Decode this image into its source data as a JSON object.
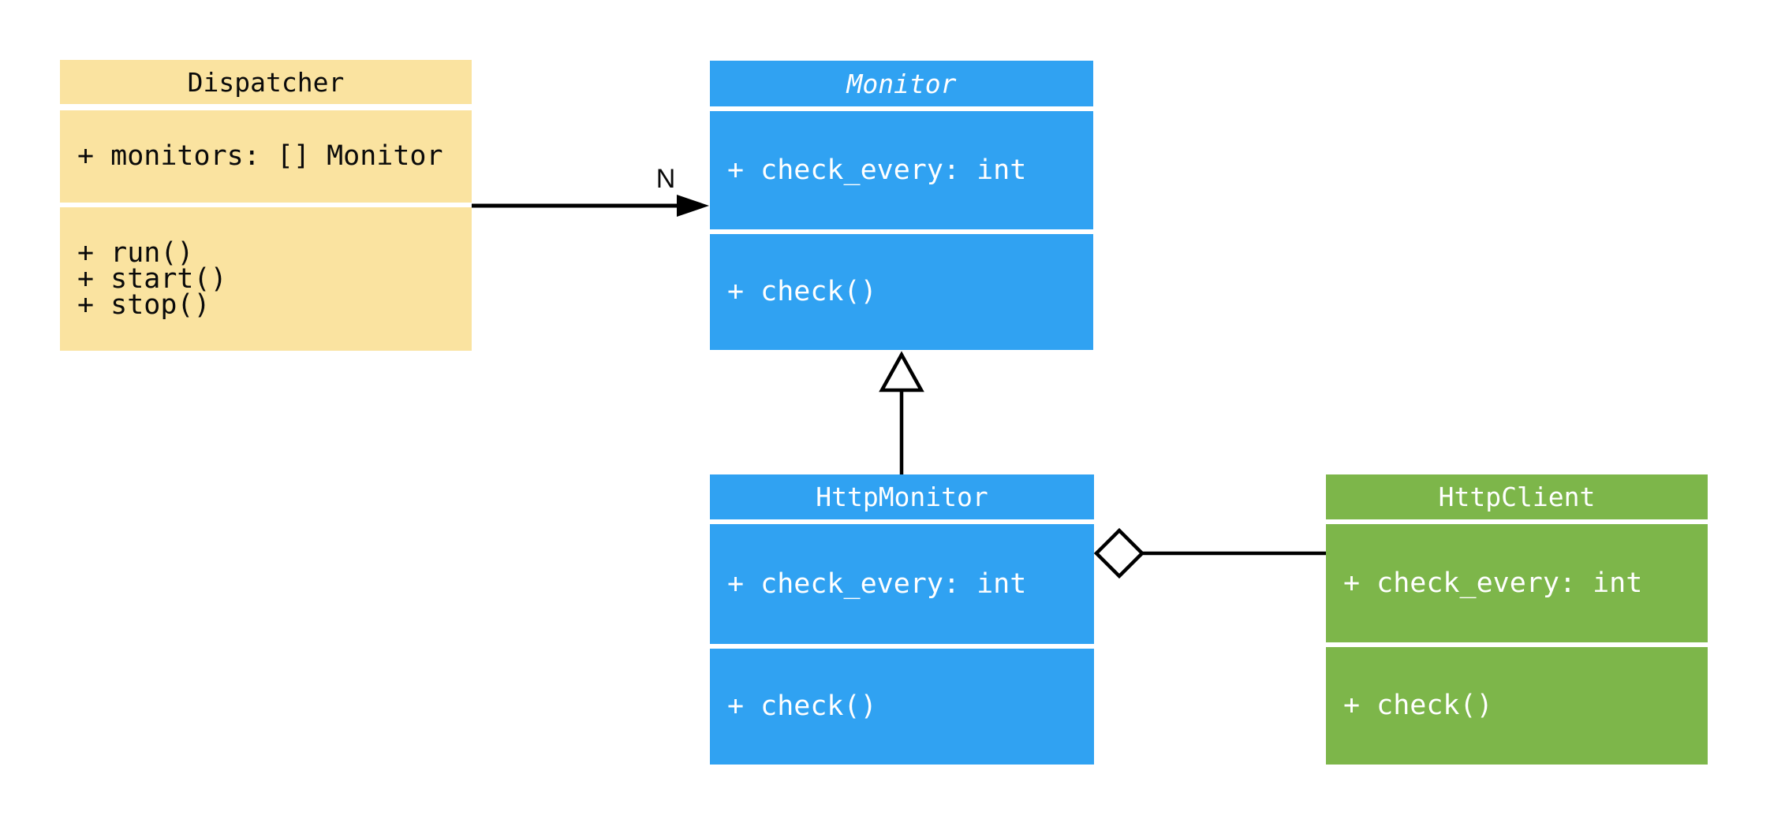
{
  "diagram_type": "uml-class-diagram",
  "colors": {
    "background": "#ffffff",
    "dispatcher_fill": "#FAE3A0",
    "dispatcher_text": "#0a0a0a",
    "monitor_fill": "#30A2F2",
    "http_client_fill": "#7DB64A",
    "light_text": "#ffffff",
    "connector": "#000000"
  },
  "classes": [
    {
      "name": "Dispatcher",
      "abstract": false,
      "attributes": [
        "+ monitors: [] Monitor"
      ],
      "methods": [
        "+ run()",
        "+ start()",
        "+ stop()"
      ]
    },
    {
      "name": "Monitor",
      "abstract": true,
      "attributes": [
        "+ check_every: int"
      ],
      "methods": [
        "+ check()"
      ]
    },
    {
      "name": "HttpMonitor",
      "abstract": false,
      "attributes": [
        "+ check_every: int"
      ],
      "methods": [
        "+ check()"
      ]
    },
    {
      "name": "HttpClient",
      "abstract": false,
      "attributes": [
        "+ check_every: int"
      ],
      "methods": [
        "+ check()"
      ]
    }
  ],
  "relations": [
    {
      "type": "association",
      "from": "Dispatcher",
      "to": "Monitor",
      "label": "N"
    },
    {
      "type": "inheritance",
      "from": "HttpMonitor",
      "to": "Monitor",
      "label": ""
    },
    {
      "type": "aggregation",
      "from": "HttpMonitor",
      "to": "HttpClient",
      "label": ""
    }
  ]
}
